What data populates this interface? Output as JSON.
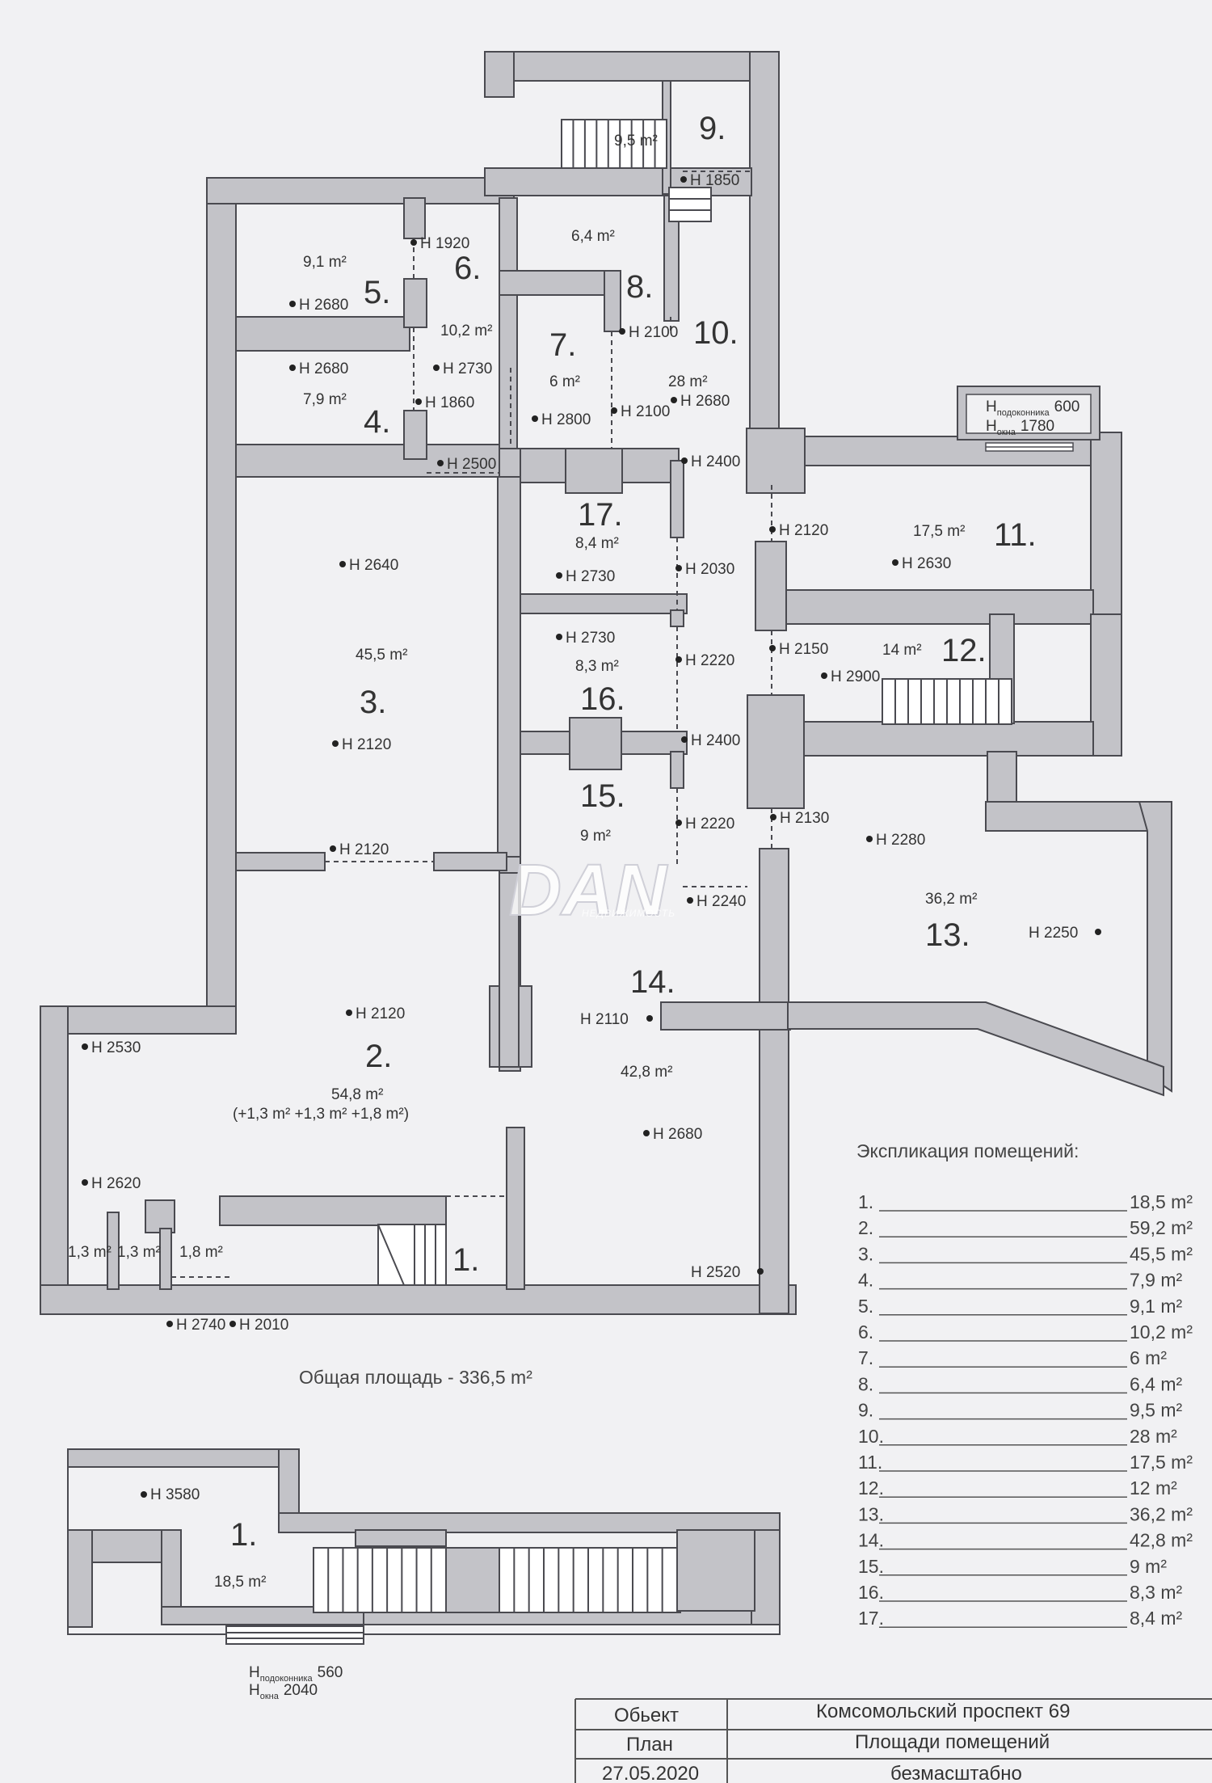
{
  "plan": {
    "total_area": "Общая площадь - 336,5 m²",
    "watermark": "DAN",
    "watermark_sub": "НЕДВИЖИМОСТЬ",
    "rooms": [
      {
        "num": "1.",
        "area": ""
      },
      {
        "num": "2.",
        "area": "54,8 m²",
        "area_extra": "(+1,3 m² +1,3 m² +1,8 m²)"
      },
      {
        "num": "3.",
        "area": "45,5 m²"
      },
      {
        "num": "4.",
        "area": "7,9 m²"
      },
      {
        "num": "5.",
        "area": "9,1 m²"
      },
      {
        "num": "6.",
        "area": "10,2 m²"
      },
      {
        "num": "7.",
        "area": "6 m²"
      },
      {
        "num": "8.",
        "area": "6,4 m²"
      },
      {
        "num": "9.",
        "area": "9,5 m²"
      },
      {
        "num": "10.",
        "area": "28 m²"
      },
      {
        "num": "11.",
        "area": "17,5 m²"
      },
      {
        "num": "12.",
        "area": "14 m²"
      },
      {
        "num": "13.",
        "area": "36,2 m²"
      },
      {
        "num": "14.",
        "area": "42,8 m²"
      },
      {
        "num": "15.",
        "area": "9 m²"
      },
      {
        "num": "16.",
        "area": "8,3 m²"
      },
      {
        "num": "17.",
        "area": "8,4 m²"
      }
    ],
    "small_areas": [
      "1,3 m²",
      "1,3 m²",
      "1,8 m²"
    ],
    "heights": [
      "H 1850",
      "H 1920",
      "H 2680",
      "H 2100",
      "H 2680",
      "H 2730",
      "H 1860",
      "H 2800",
      "H 2100",
      "H 2680",
      "H 2500",
      "H 2400",
      "H 2640",
      "H 2730",
      "H 2030",
      "H 2120",
      "H 2630",
      "H 2730",
      "H 2220",
      "H 2150",
      "H 2900",
      "H 2120",
      "H 2400",
      "H 2220",
      "H 2130",
      "H 2280",
      "H 2120",
      "H 2240",
      "H 2250",
      "H 2110",
      "H 2120",
      "H 2530",
      "H 2680",
      "H 2620",
      "H 2520",
      "H 2740",
      "H 2010"
    ],
    "window_11": {
      "sill": "600",
      "window": "1780",
      "sill_sub": "подоконника",
      "window_sub": "окна"
    }
  },
  "lower_plan": {
    "room_num": "1.",
    "area": "18,5 m²",
    "height": "H 3580",
    "window": {
      "sill": "560",
      "window": "2040",
      "sill_sub": "подоконника",
      "window_sub": "окна"
    }
  },
  "explication": {
    "title": "Экспликация помещений:",
    "rows": [
      {
        "n": "1.",
        "v": "18,5 m²"
      },
      {
        "n": "2.",
        "v": "59,2 m²"
      },
      {
        "n": "3.",
        "v": "45,5 m²"
      },
      {
        "n": "4.",
        "v": "7,9 m²"
      },
      {
        "n": "5.",
        "v": "9,1 m²"
      },
      {
        "n": "6.",
        "v": "10,2 m²"
      },
      {
        "n": "7.",
        "v": "6 m²"
      },
      {
        "n": "8.",
        "v": "6,4 m²"
      },
      {
        "n": "9.",
        "v": "9,5 m²"
      },
      {
        "n": "10.",
        "v": "28 m²"
      },
      {
        "n": "11.",
        "v": "17,5 m²"
      },
      {
        "n": "12.",
        "v": "12 m²"
      },
      {
        "n": "13.",
        "v": "36,2 m²"
      },
      {
        "n": "14.",
        "v": "42,8 m²"
      },
      {
        "n": "15.",
        "v": "9 m²"
      },
      {
        "n": "16.",
        "v": "8,3 m²"
      },
      {
        "n": "17.",
        "v": "8,4 m²"
      }
    ]
  },
  "title_block": {
    "object_label": "Обьект",
    "object_value": "Комсомольский проспект 69",
    "plan_label": "План",
    "plan_value": "Площади помещений",
    "date": "27.05.2020",
    "scale": "безмасштабно"
  }
}
